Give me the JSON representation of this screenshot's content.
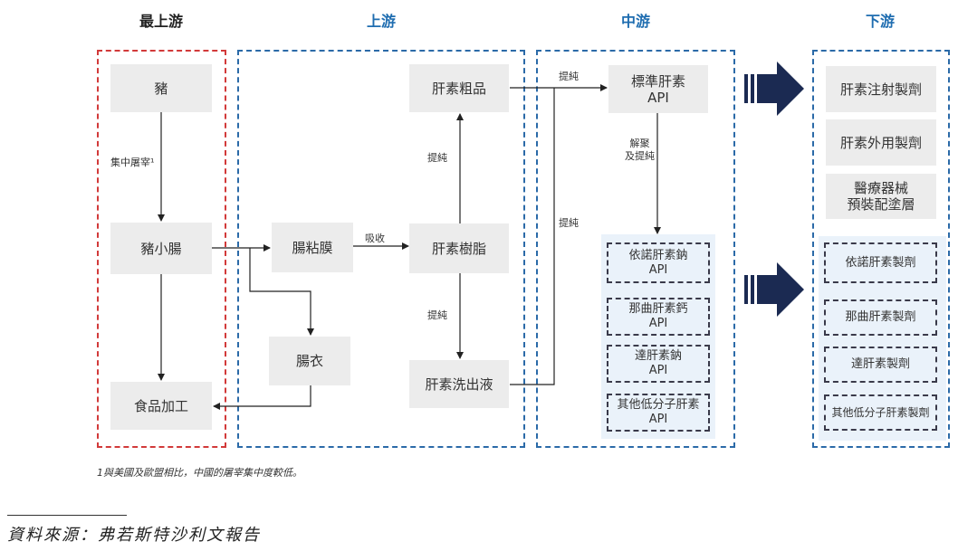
{
  "stages": {
    "top_upstream": "最上游",
    "upstream": "上游",
    "midstream": "中游",
    "downstream": "下游"
  },
  "nodes": {
    "pig": "豬",
    "pig_intestine": "豬小腸",
    "food_processing": "食品加工",
    "intestinal_mucosa": "腸粘膜",
    "casing": "腸衣",
    "heparin_crude": "肝素粗品",
    "heparin_resin": "肝素樹脂",
    "heparin_eluate": "肝素洗出液",
    "standard_heparin_api": "標準肝素\nAPI",
    "enoxaparin_sodium_api": "依諾肝素鈉\nAPI",
    "nadroparin_calcium_api": "那曲肝素鈣\nAPI",
    "dalteparin_sodium_api": "達肝素鈉\nAPI",
    "other_lmwh_api": "其他低分子肝素\nAPI",
    "heparin_injection": "肝素注射製劑",
    "heparin_topical": "肝素外用製劑",
    "medical_device_coating": "醫療器械\n預裝配塗層",
    "enoxaparin_formulation": "依諾肝素製劑",
    "nadroparin_formulation": "那曲肝素製劑",
    "dalteparin_formulation": "達肝素製劑",
    "other_lmwh_formulation": "其他低分子肝素製劑"
  },
  "edge_labels": {
    "centralized_slaughter": "集中屠宰¹",
    "absorb": "吸收",
    "purify_1": "提純",
    "purify_2": "提純",
    "purify_3": "提純",
    "purify_4": "提純",
    "depolymerize_purify": "解聚\n及提純"
  },
  "footnote": "1與美國及歐盟相比，中國的屠宰集中度較低。",
  "source": "資料來源：弗若斯特沙利文報告",
  "colors": {
    "red_zone": "#d23a3a",
    "blue_zone": "#2b6aa8",
    "blue_header": "#1f6db0",
    "arrow_navy": "#1b2a52",
    "panel_bg": "#eaf2fa",
    "box_bg": "#ececec"
  }
}
